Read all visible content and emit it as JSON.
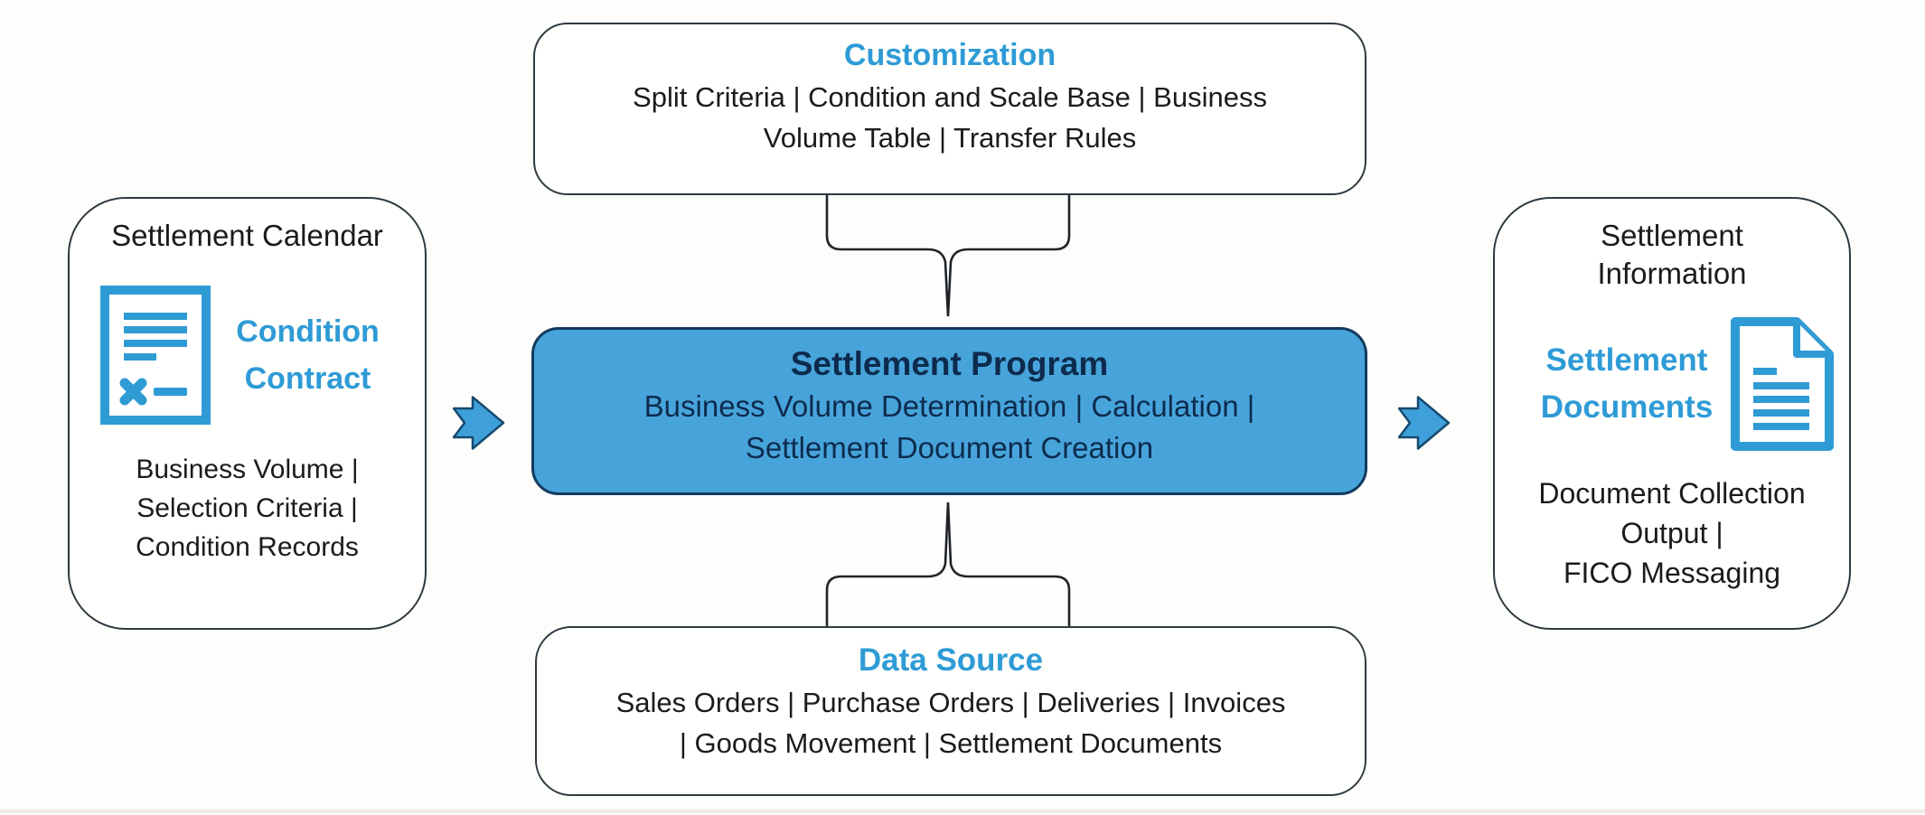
{
  "diagram": {
    "customization": {
      "title": "Customization",
      "lines": [
        "Split Criteria | Condition and Scale Base | Business",
        "Volume Table | Transfer Rules"
      ]
    },
    "settlement_calendar": {
      "title": "Settlement Calendar",
      "highlight_lines": [
        "Condition",
        "Contract"
      ],
      "body_lines": [
        "Business Volume |",
        "Selection Criteria |",
        "Condition Records"
      ],
      "icon": "contract-document-icon"
    },
    "settlement_program": {
      "title": "Settlement Program",
      "lines": [
        "Business Volume Determination | Calculation |",
        "Settlement Document Creation"
      ]
    },
    "data_source": {
      "title": "Data Source",
      "lines": [
        "Sales Orders | Purchase Orders | Deliveries | Invoices",
        "| Goods Movement | Settlement Documents"
      ]
    },
    "settlement_information": {
      "title_lines": [
        "Settlement",
        "Information"
      ],
      "highlight_lines": [
        "Settlement",
        "Documents"
      ],
      "body_lines": [
        "Document Collection",
        "Output |",
        "FICO Messaging"
      ],
      "icon": "folded-page-document-icon"
    },
    "connectors": {
      "top": "brace-from-customization-to-program",
      "bottom": "brace-from-program-to-data-source",
      "left_arrow": "condition-contract-to-program",
      "right_arrow": "program-to-settlement-documents"
    },
    "colors": {
      "accent_blue": "#2E9BD6",
      "icon_blue": "#2F9BD4",
      "program_fill": "#47A4DB",
      "program_border": "#123A5E",
      "program_text": "#0D2B4D",
      "box_border": "#2E3940",
      "text": "#1B1B1B",
      "background": "#FDFDFC"
    }
  }
}
